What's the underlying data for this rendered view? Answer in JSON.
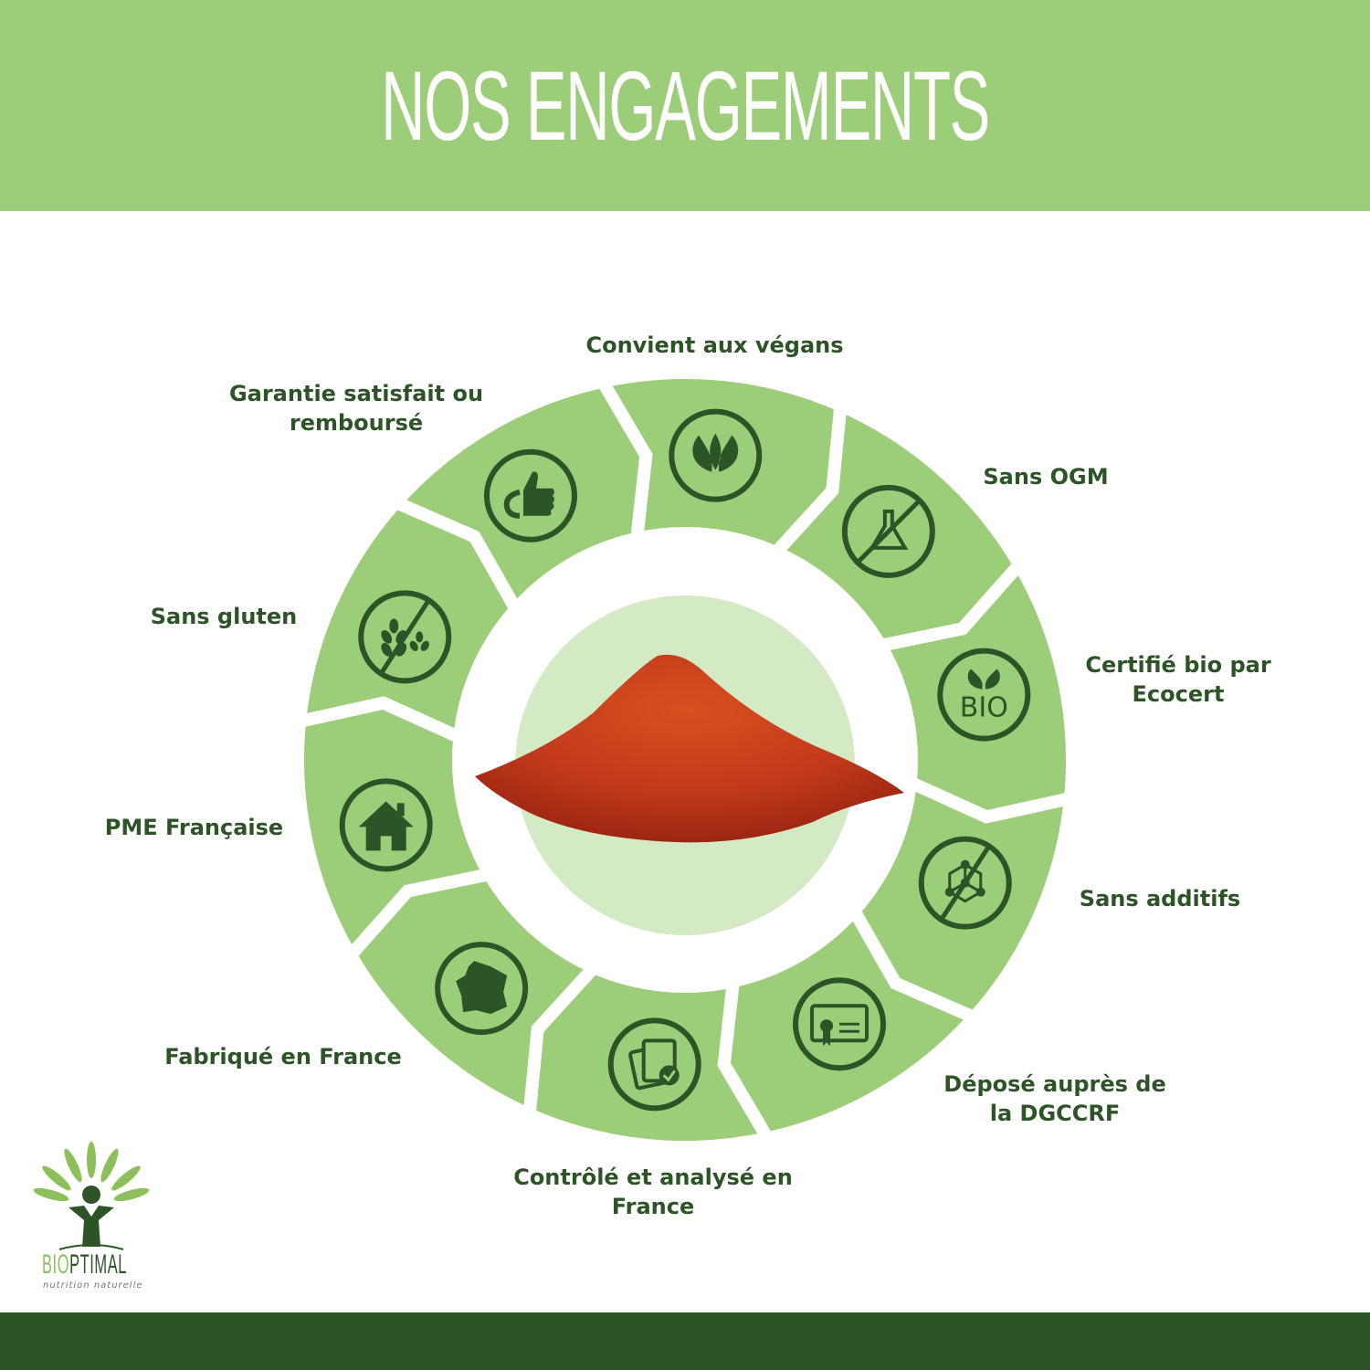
{
  "header": {
    "title": "NOS ENGAGEMENTS"
  },
  "colors": {
    "header_bg": "#9ccd78",
    "segment": "#9ccd78",
    "dark": "#2d5426",
    "inner_circle": "#d4eac4",
    "powder": "#c8381c"
  },
  "engagements": [
    {
      "label": "Convient aux végans",
      "icon": "leaf-icon"
    },
    {
      "label": "Sans OGM",
      "icon": "no-gmo-flask-icon"
    },
    {
      "label": "Certifié bio par Ecocert",
      "icon": "bio-icon"
    },
    {
      "label": "Sans additifs",
      "icon": "no-additives-molecule-icon"
    },
    {
      "label": "Déposé auprès de la DGCCRF",
      "icon": "certificate-icon"
    },
    {
      "label": "Contrôlé et analysé en France",
      "icon": "clipboard-check-icon"
    },
    {
      "label": "Fabriqué en France",
      "icon": "france-map-icon"
    },
    {
      "label": "PME Française",
      "icon": "house-icon"
    },
    {
      "label": "Sans gluten",
      "icon": "no-gluten-wheat-icon"
    },
    {
      "label": "Garantie satisfait ou remboursé",
      "icon": "thumbs-up-icon"
    }
  ],
  "logo": {
    "brand_a": "BIO",
    "brand_b": "PTIMAL",
    "tagline": "nutrition naturelle"
  }
}
